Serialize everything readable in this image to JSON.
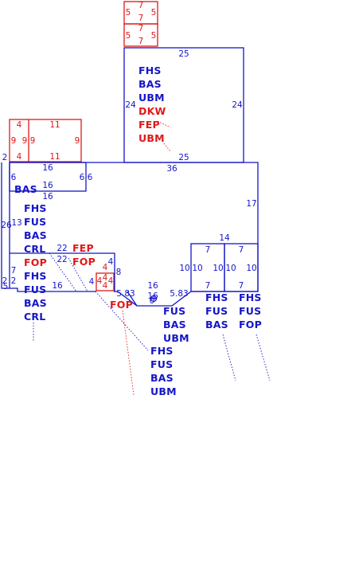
{
  "colors": {
    "primary": "#1515c8",
    "alert": "#e01818",
    "background": "#ffffff"
  },
  "dimensions": {
    "top_box_1": {
      "left": "5",
      "top": "7",
      "mid": "7",
      "right": "5"
    },
    "top_box_2": {
      "left": "5",
      "top": "7",
      "mid": "7",
      "right": "5"
    },
    "upper_room": {
      "top": "25",
      "left": "24",
      "right": "24",
      "bottom": "25"
    },
    "left_porch": {
      "top_left": "4",
      "top_right": "11",
      "left_outer": "9",
      "left_inner": "9",
      "inner_left": "9",
      "right": "9",
      "bottom_left": "4",
      "bottom_right": "11",
      "edge": "2"
    },
    "main": {
      "top": "36",
      "right": "17",
      "left": "26",
      "left_inner": "13",
      "ledge_top": "16",
      "ledge_left": "6",
      "ledge_right": "6",
      "ledge_right_outer": "6",
      "ledge_bottom": "16",
      "under_ledge": "16",
      "wall_a": "22",
      "wall_b": "22",
      "lower_bottom": "16",
      "step_top": "2",
      "step_mid": "7",
      "step_bottom": "2",
      "step_edge": "5",
      "small_4": "4",
      "side_8": "8"
    },
    "tiny_box": {
      "top": "4",
      "left": "4",
      "mid": "4",
      "right": "4",
      "bottom": "4"
    },
    "bay": {
      "left": "5.83",
      "bottom": "16",
      "mid": "16",
      "right": "5.83",
      "zero": "0"
    },
    "right_rooms": {
      "top": "14",
      "a_top": "7",
      "a_left": "10",
      "a_inner_left": "10",
      "a_right": "10",
      "a_bottom": "7",
      "b_top": "7",
      "b_left": "10",
      "b_right": "10",
      "b_bottom": "7"
    }
  },
  "labels": {
    "upper_room": [
      {
        "text": "FHS",
        "alert": false
      },
      {
        "text": "BAS",
        "alert": false
      },
      {
        "text": "UBM",
        "alert": false
      },
      {
        "text": "DKW",
        "alert": true
      },
      {
        "text": "FEP",
        "alert": true
      },
      {
        "text": "UBM",
        "alert": true
      }
    ],
    "ledge": [
      {
        "text": "BAS",
        "alert": false
      }
    ],
    "main_left": [
      {
        "text": "FHS",
        "alert": false
      },
      {
        "text": "FUS",
        "alert": false
      },
      {
        "text": "BAS",
        "alert": false
      },
      {
        "text": "CRL",
        "alert": false
      },
      {
        "text": "FOP",
        "alert": true
      },
      {
        "text": "FHS",
        "alert": false
      },
      {
        "text": "FUS",
        "alert": false
      },
      {
        "text": "BAS",
        "alert": false
      },
      {
        "text": "CRL",
        "alert": false
      }
    ],
    "mid_red": [
      {
        "text": "FEP",
        "alert": true
      },
      {
        "text": "FOP",
        "alert": true
      }
    ],
    "fop_callout": [
      {
        "text": "FOP",
        "alert": true
      }
    ],
    "bay_stack": [
      {
        "text": "FUS",
        "alert": false
      },
      {
        "text": "BAS",
        "alert": false
      },
      {
        "text": "UBM",
        "alert": false
      }
    ],
    "lower_stack": [
      {
        "text": "FHS",
        "alert": false
      },
      {
        "text": "FUS",
        "alert": false
      },
      {
        "text": "BAS",
        "alert": false
      },
      {
        "text": "UBM",
        "alert": false
      }
    ],
    "room_a": [
      {
        "text": "FHS",
        "alert": false
      },
      {
        "text": "FUS",
        "alert": false
      },
      {
        "text": "BAS",
        "alert": false
      }
    ],
    "room_b": [
      {
        "text": "FHS",
        "alert": false
      },
      {
        "text": "FUS",
        "alert": false
      },
      {
        "text": "FOP",
        "alert": false
      }
    ]
  }
}
